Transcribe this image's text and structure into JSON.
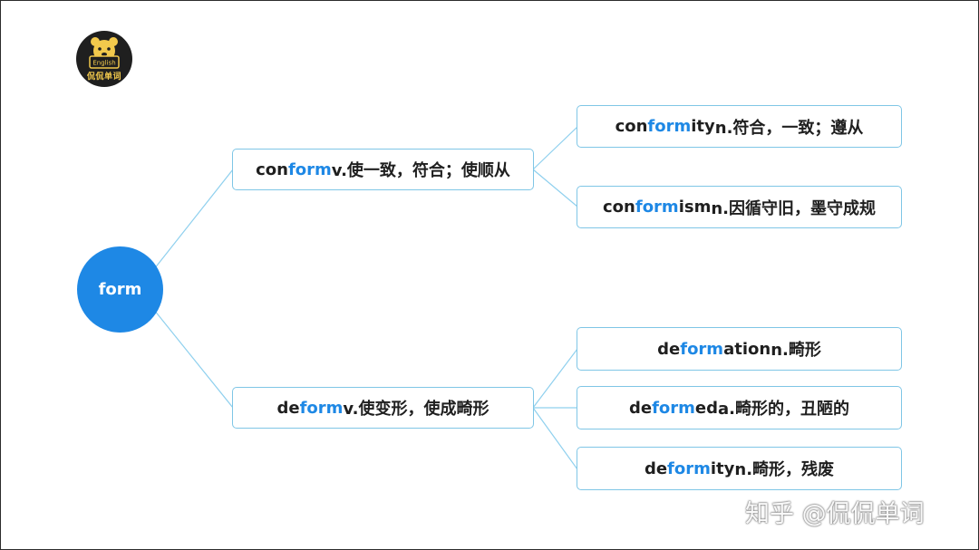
{
  "logo": {
    "text": "侃侃单词",
    "badge": "English"
  },
  "root": {
    "label": "form"
  },
  "nodes": {
    "conform": {
      "pre": "con",
      "root": "form",
      "post": "",
      "meaning": " v.使一致，符合；使顺从"
    },
    "conformity": {
      "pre": "con",
      "root": "form",
      "post": "ity",
      "meaning": " n.符合，一致；遵从"
    },
    "conformism": {
      "pre": "con",
      "root": "form",
      "post": "ism",
      "meaning": " n.因循守旧，墨守成规"
    },
    "deform": {
      "pre": "de",
      "root": "form",
      "post": "",
      "meaning": " v.使变形，使成畸形"
    },
    "deformation": {
      "pre": "de",
      "root": "form",
      "post": "ation",
      "meaning": " n.畸形"
    },
    "deformed": {
      "pre": "de",
      "root": "form",
      "post": "ed",
      "meaning": " a.畸形的，丑陋的"
    },
    "deformity": {
      "pre": "de",
      "root": "form",
      "post": "ity",
      "meaning": " n.畸形，残废"
    }
  },
  "watermark": "知乎 @侃侃单词",
  "colors": {
    "accent": "#1e88e5",
    "border": "#7fc6e6",
    "connector": "#8fd0ee"
  }
}
